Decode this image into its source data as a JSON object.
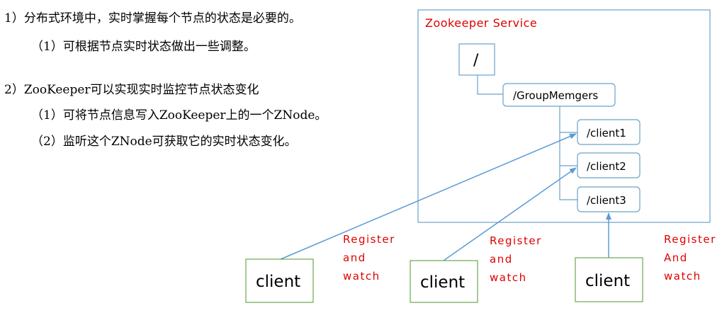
{
  "notes": {
    "line1": "1）分布式环境中，实时掌握每个节点的状态是必要的。",
    "line1_sub": "（1）可根据节点实时状态做出一些调整。",
    "line2": "2）ZooKeeper可以实现实时监控节点状态变化",
    "line2_sub1": "（1）可将节点信息写入ZooKeeper上的一个ZNode。",
    "line2_sub2": "（2）监听这个ZNode可获取它的实时状态变化。"
  },
  "service": {
    "title": "Zookeeper Service",
    "root": "/",
    "group": "/GroupMemgers",
    "children": [
      "/client1",
      "/client2",
      "/client3"
    ]
  },
  "clients": [
    {
      "label": "client",
      "annotation": [
        "Register",
        "and",
        "watch"
      ]
    },
    {
      "label": "client",
      "annotation": [
        "Register",
        "and",
        "watch"
      ]
    },
    {
      "label": "client",
      "annotation": [
        "Register",
        "And",
        "watch"
      ]
    }
  ],
  "colors": {
    "box_border": "#6aa2c8",
    "client_border": "#6aa84f",
    "arrow": "#5b9bd5",
    "red_text": "#e00000"
  }
}
